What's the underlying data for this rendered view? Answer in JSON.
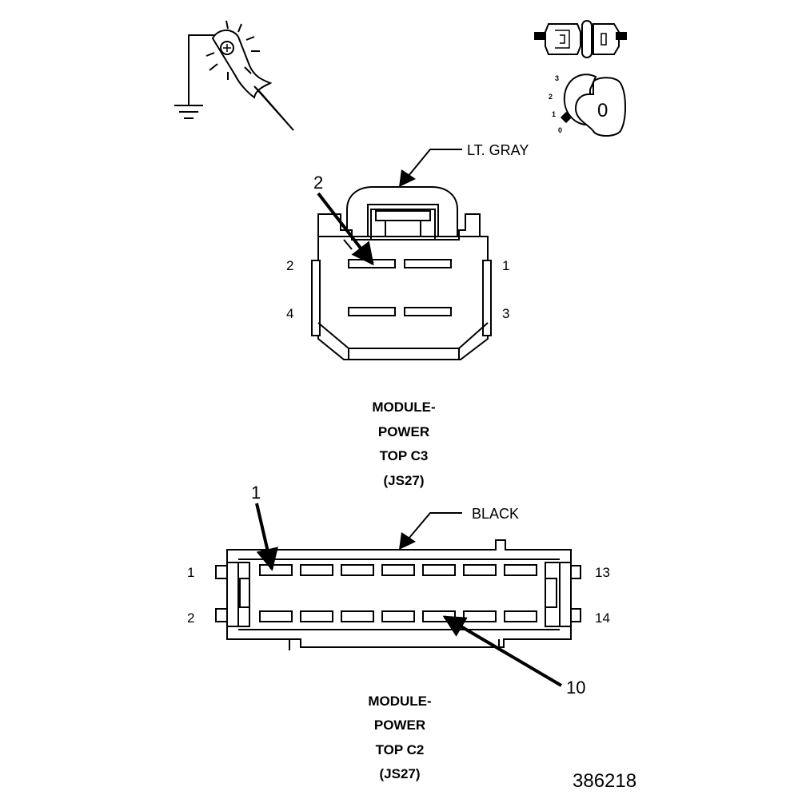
{
  "icons": {
    "probe": "test-probe-ground-icon",
    "connector": "disconnect-connector-icon",
    "ignition": "ignition-key-off-icon"
  },
  "ignition_positions": [
    "3",
    "2",
    "1",
    "0"
  ],
  "ignition_key_label": "0",
  "connector_c3": {
    "wire_color": "LT. GRAY",
    "callout": "2",
    "pins": {
      "top_left": "2",
      "top_right": "1",
      "bottom_left": "4",
      "bottom_right": "3"
    },
    "caption": [
      "MODULE-",
      "POWER",
      "TOP C3",
      "(JS27)"
    ]
  },
  "connector_c2": {
    "wire_color": "BLACK",
    "callout_top": "1",
    "callout_bottom": "10",
    "pins": {
      "top_left": "1",
      "bottom_left": "2",
      "top_right": "13",
      "bottom_right": "14"
    },
    "caption": [
      "MODULE-",
      "POWER",
      "TOP C2",
      "(JS27)"
    ]
  },
  "figure_id": "386218"
}
